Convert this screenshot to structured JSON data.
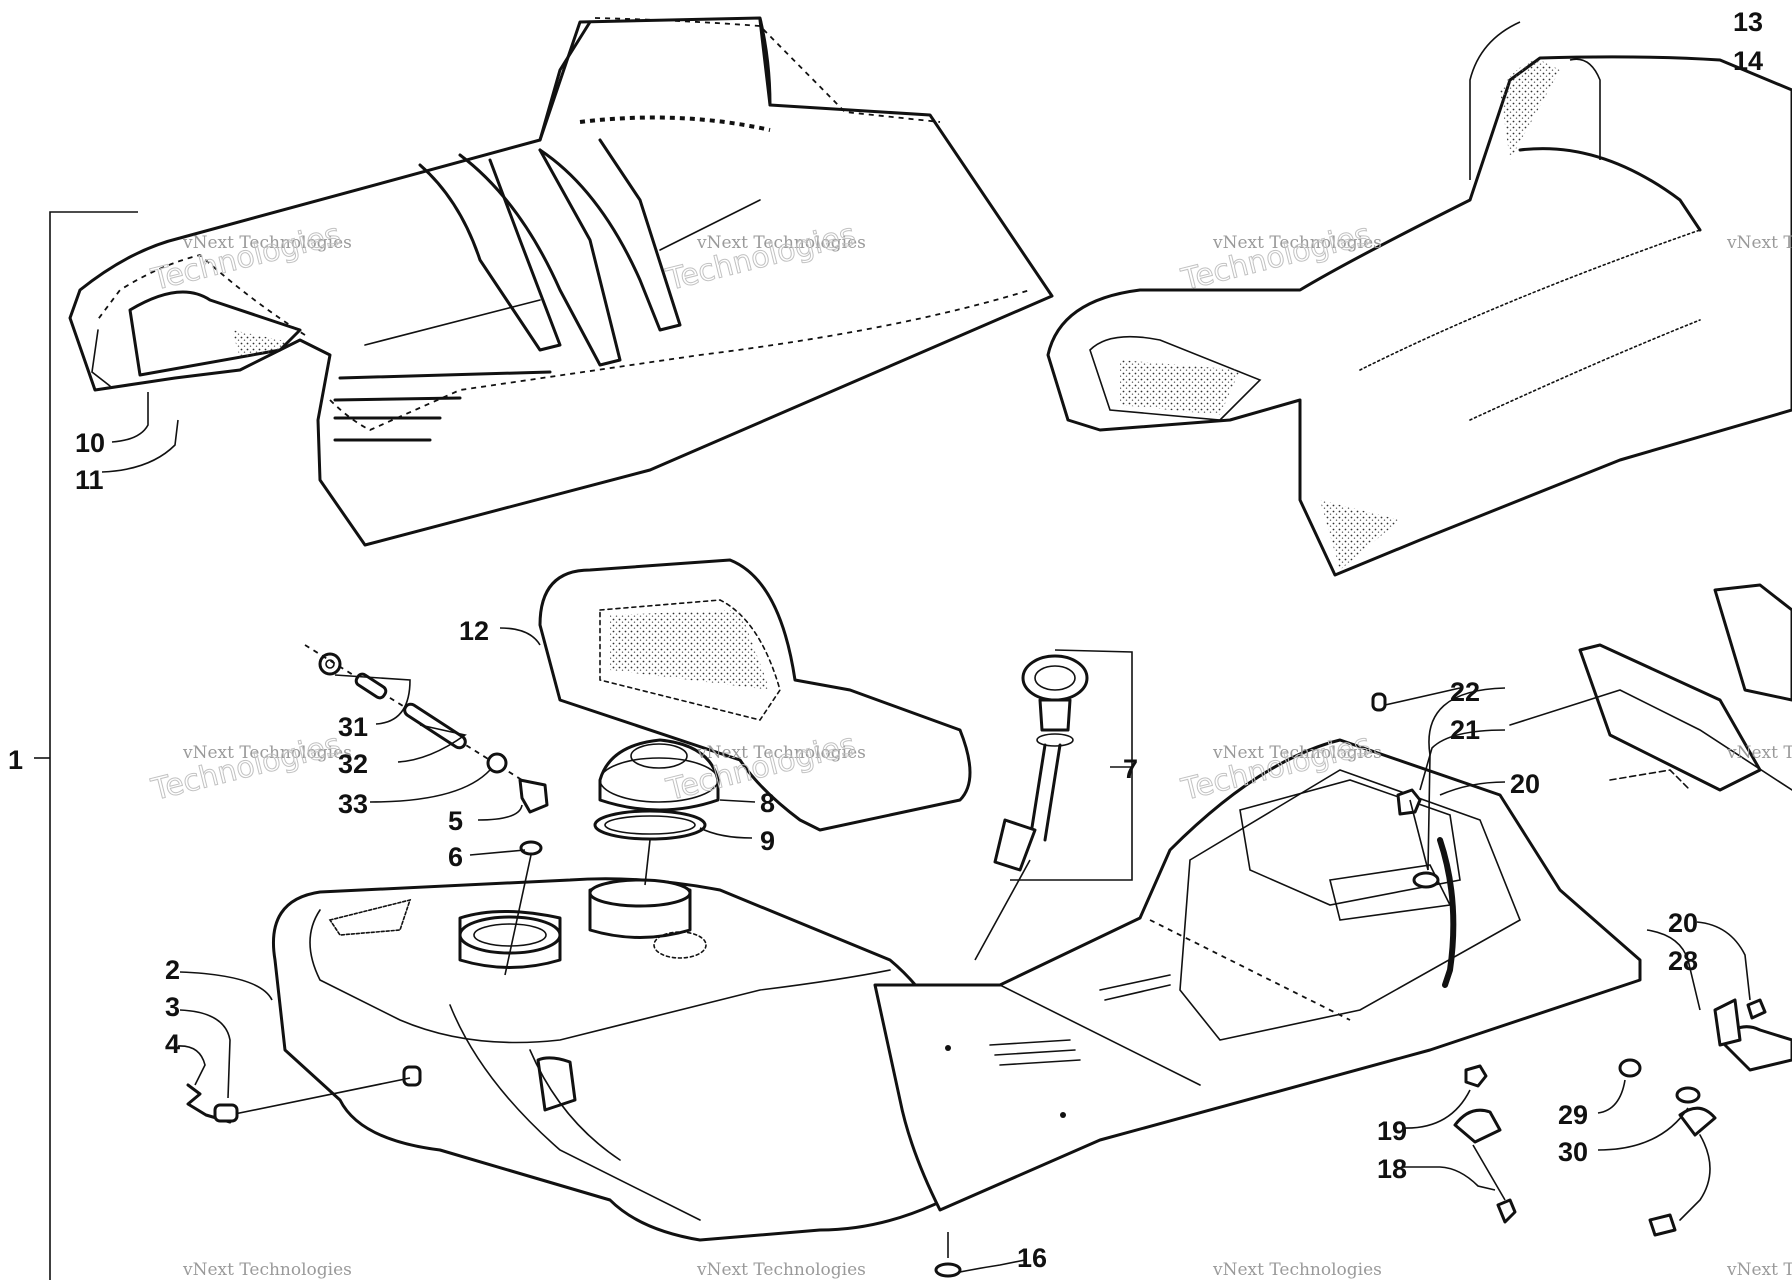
{
  "diagram": {
    "callouts": {
      "c1": "1",
      "c2": "2",
      "c3": "3",
      "c4": "4",
      "c5": "5",
      "c6": "6",
      "c7": "7",
      "c8": "8",
      "c9": "9",
      "c10": "10",
      "c11": "11",
      "c12": "12",
      "c13": "13",
      "c14": "14",
      "c16": "16",
      "c18": "18",
      "c19": "19",
      "c20a": "20",
      "c20b": "20",
      "c21": "21",
      "c22": "22",
      "c28": "28",
      "c29": "29",
      "c30": "30",
      "c31": "31",
      "c32": "32",
      "c33": "33"
    },
    "watermark": {
      "line1": "vNext Technologies",
      "line2": "Technologies"
    }
  }
}
